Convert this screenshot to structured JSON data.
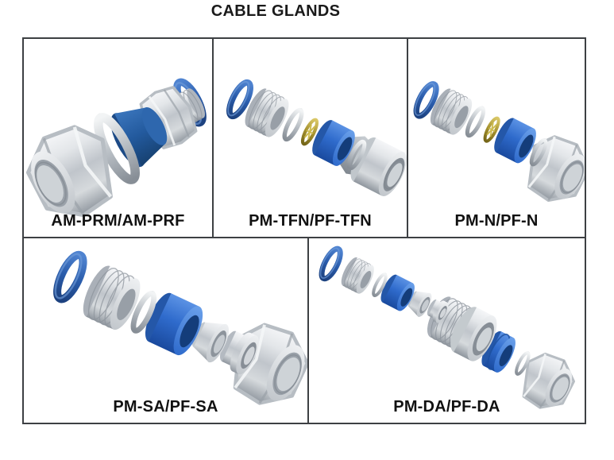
{
  "title": "CABLE GLANDS",
  "colors": {
    "border": "#3d4043",
    "title_text": "#1a1a1a",
    "label_text": "#111111",
    "oring_blue": "#2a5cab",
    "grommet_blue": "#2f6bcc",
    "cone_navy": "#235a9e",
    "brass": "#a5922f",
    "metal_gray": "#c0c5cb",
    "background": "#ffffff"
  },
  "cells": [
    {
      "label": "AM-PRM/AM-PRF"
    },
    {
      "label": "PM-TFN/PF-TFN"
    },
    {
      "label": "PM-N/PF-N"
    },
    {
      "label": "PM-SA/PF-SA"
    },
    {
      "label": "PM-DA/PF-DA"
    }
  ]
}
